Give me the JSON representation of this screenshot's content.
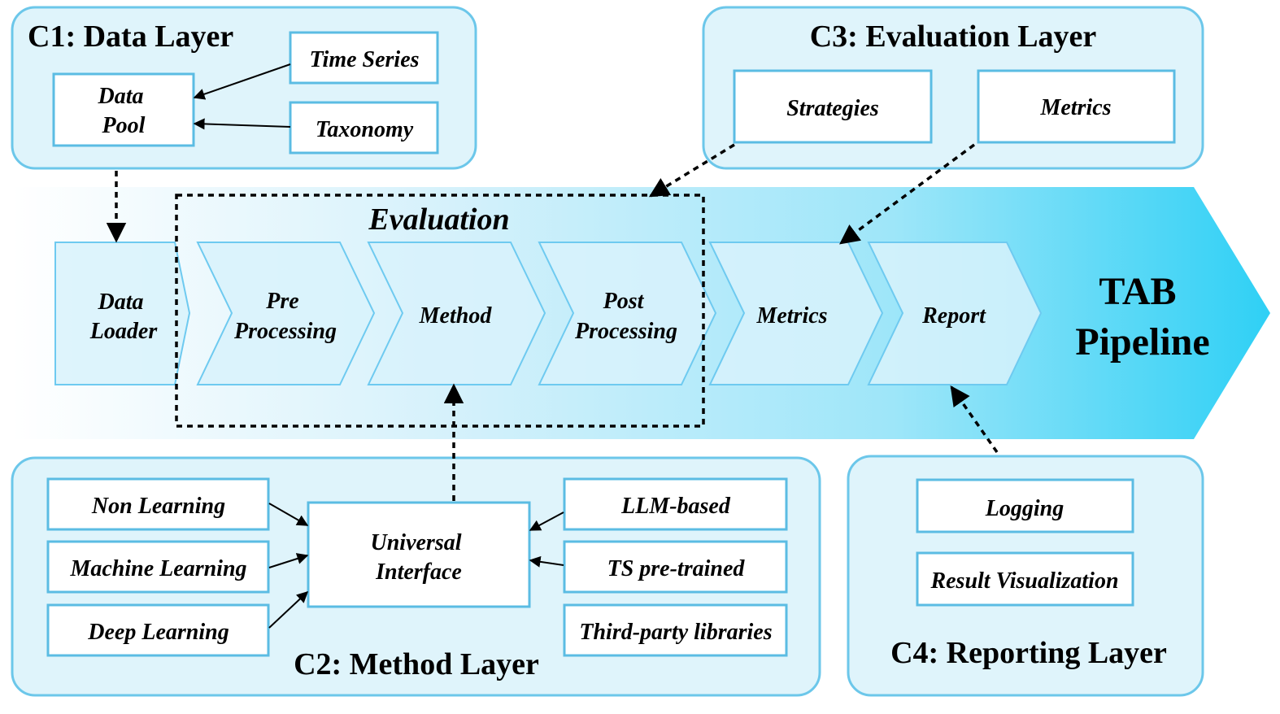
{
  "c1": {
    "title": "C1: Data Layer",
    "data_pool": [
      "Data",
      "Pool"
    ],
    "time_series": "Time Series",
    "taxonomy": "Taxonomy"
  },
  "c3": {
    "title": "C3: Evaluation Layer",
    "strategies": "Strategies",
    "metrics": "Metrics"
  },
  "pipeline": {
    "title": [
      "TAB",
      "Pipeline"
    ],
    "evaluation_label": "Evaluation",
    "steps": [
      {
        "lines": [
          "Data",
          "Loader"
        ]
      },
      {
        "lines": [
          "Pre",
          "Processing"
        ]
      },
      {
        "lines": [
          "Method"
        ]
      },
      {
        "lines": [
          "Post",
          "Processing"
        ]
      },
      {
        "lines": [
          "Metrics"
        ]
      },
      {
        "lines": [
          "Report"
        ]
      }
    ]
  },
  "c2": {
    "title": "C2: Method Layer",
    "left": [
      "Non Learning",
      "Machine Learning",
      "Deep Learning"
    ],
    "center": [
      "Universal",
      "Interface"
    ],
    "right": [
      "LLM-based",
      "TS pre-trained",
      "Third-party libraries"
    ]
  },
  "c4": {
    "title": "C4: Reporting Layer",
    "logging": "Logging",
    "result_visualization": "Result Visualization"
  },
  "colors": {
    "panel_fill": "#dff4fb",
    "panel_border": "#6cc7ea",
    "pipeline_gradient_start": "#ffffff",
    "pipeline_gradient_end": "#2fd0f5"
  }
}
